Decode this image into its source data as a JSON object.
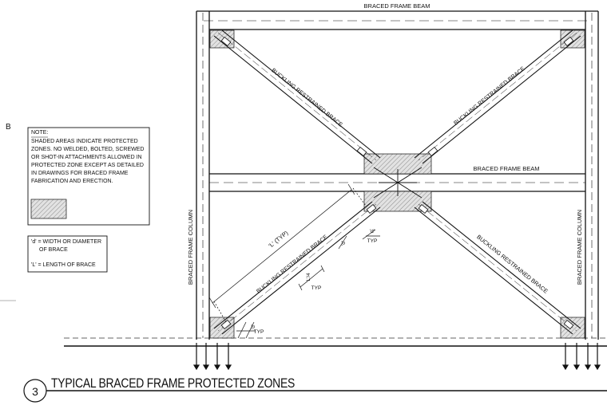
{
  "grid_label": "B",
  "beam_top_label": "BRACED FRAME BEAM",
  "beam_mid_label": "BRACED FRAME BEAM",
  "column_left_label": "BRACED FRAME COLUMN",
  "column_right_label": "BRACED FRAME COLUMN",
  "brace_label": "BUCKLING RESTRAINED BRACE",
  "dim_L": "'L' (TYP)",
  "dim_L4": "'L'/4",
  "dim_typ": "TYP",
  "dim_d": "'d'",
  "note": {
    "heading": "NOTE:",
    "lines": [
      "SHADED AREAS INDICATE PROTECTED",
      "ZONES. NO WELDED, BOLTED, SCREWED",
      "OR SHOT-IN ATTACHMENTS ALLOWED IN",
      "PROTECTED ZONE EXCEPT AS DETAILED",
      "IN DRAWINGS FOR BRACED FRAME",
      "FABRICATION AND ERECTION."
    ]
  },
  "legend": {
    "line1": "'d' = WIDTH OR DIAMETER",
    "line2": "OF BRACE",
    "line3": "'L' = LENGTH OF BRACE"
  },
  "detail_number": "3",
  "detail_title": "TYPICAL BRACED FRAME PROTECTED ZONES",
  "colors": {
    "line": "#111111",
    "hatch": "#888888",
    "shade": "#dddddd"
  }
}
